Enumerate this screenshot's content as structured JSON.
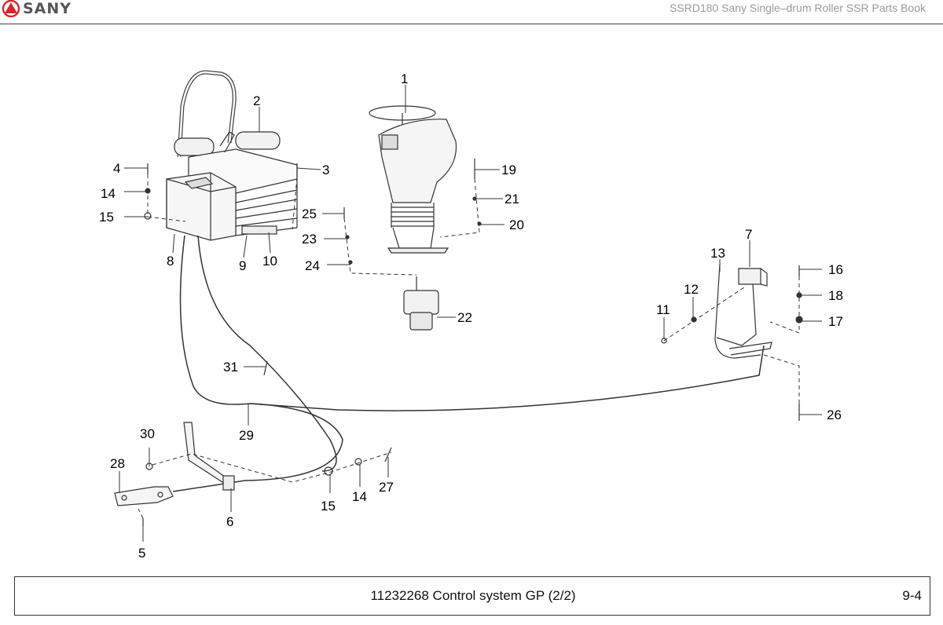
{
  "header": {
    "brand": "SANY",
    "book_title": "SSRD180 Sany Single–drum Roller  SSR Parts Book",
    "brand_color": "#d7262d"
  },
  "callouts": [
    "1",
    "2",
    "3",
    "4",
    "14",
    "15",
    "8",
    "9",
    "10",
    "25",
    "23",
    "24",
    "22",
    "19",
    "21",
    "20",
    "7",
    "13",
    "12",
    "11",
    "16",
    "18",
    "17",
    "26",
    "31",
    "29",
    "30",
    "28",
    "5",
    "6",
    "15",
    "14",
    "27"
  ],
  "footer": {
    "title": "11232268 Control system GP (2/2)",
    "page": "9-4"
  }
}
